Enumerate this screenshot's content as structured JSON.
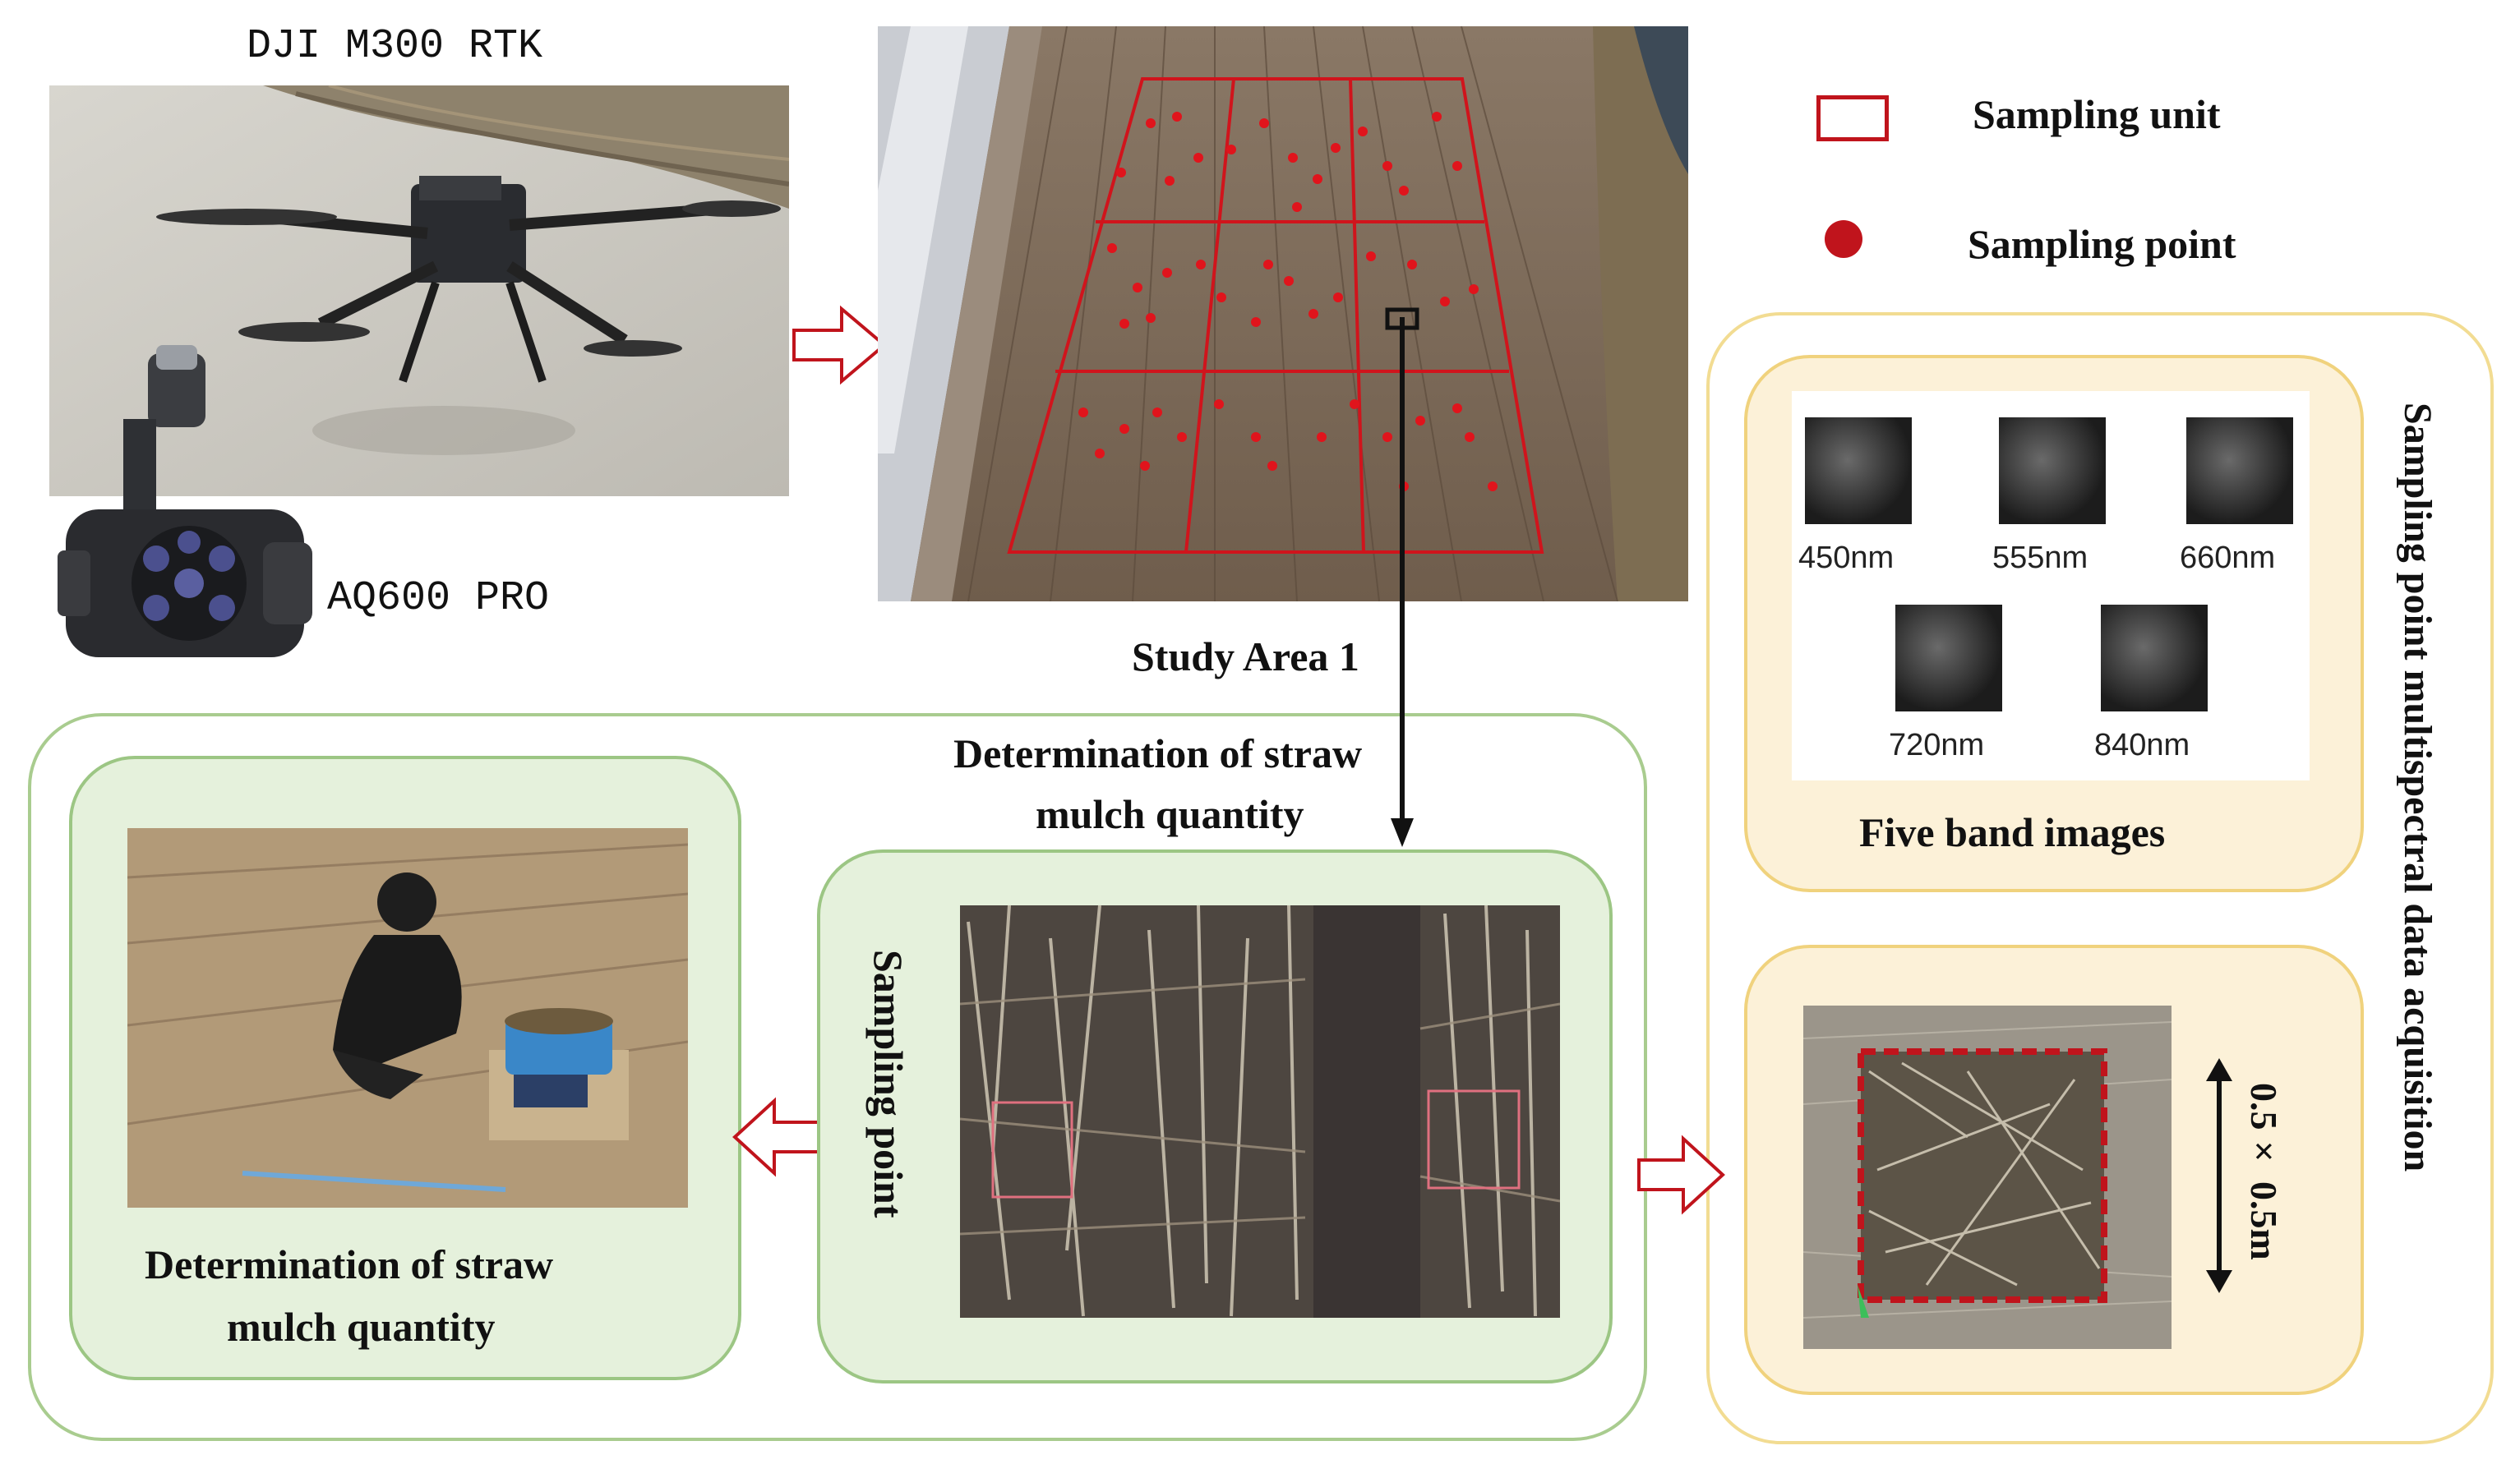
{
  "labels": {
    "drone": "DJI M300 RTK",
    "camera": "AQ600 PRO",
    "study_area": "Study Area 1",
    "determination_top": [
      "Determination of straw",
      "mulch quantity"
    ],
    "determination_bottom": [
      "Determination of straw",
      "mulch quantity"
    ],
    "sampling_point_vertical": "Sampling point",
    "five_band_images": "Five band images",
    "acquisition_vertical": "Sampling point multispectral data acquisition",
    "size_vertical": "0.5× 0.5m"
  },
  "legend": [
    {
      "label": "Sampling unit",
      "symbol": "red-rectangle"
    },
    {
      "label": "Sampling point",
      "symbol": "red-dot"
    }
  ],
  "bands": [
    "450nm",
    "555nm",
    "660nm",
    "720nm",
    "840nm"
  ],
  "colors": {
    "red": "#c0141c",
    "green_border": "#9cc684",
    "green_fill": "#e5f1dc",
    "yellow_border": "#f0d27d",
    "yellow_fill": "#fcf1d8"
  },
  "icons": [
    "drone-photo",
    "camera-photo",
    "field-aerial-photo",
    "straw-closeup-photo",
    "weighing-photo",
    "quadrat-photo",
    "hollow-arrow",
    "double-arrow"
  ]
}
